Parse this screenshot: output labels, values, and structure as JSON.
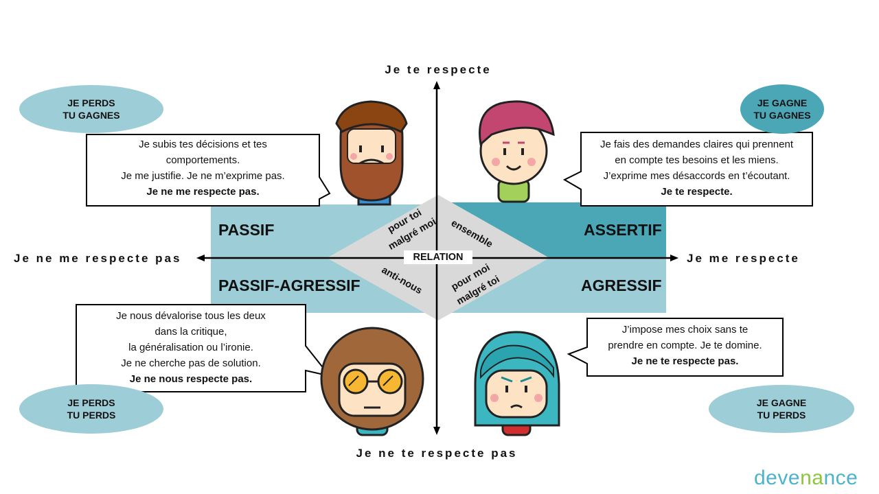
{
  "axes": {
    "top": "Je te respecte",
    "bottom": "Je ne te respecte pas",
    "left": "Je ne me respecte pas",
    "right": "Je me respecte"
  },
  "quadrants": {
    "top_left": "PASSIF",
    "top_right": "ASSERTIF",
    "bottom_left": "PASSIF-AGRESSIF",
    "bottom_right": "AGRESSIF"
  },
  "relation": {
    "center": "RELATION",
    "top_left_line1": "pour toi",
    "top_left_line2": "malgré moi",
    "top_right": "ensemble",
    "bottom_left": "anti-nous",
    "bottom_right_line1": "pour moi",
    "bottom_right_line2": "malgré toi"
  },
  "outcomes": {
    "top_left": [
      "JE PERDS",
      "TU GAGNES"
    ],
    "top_right": [
      "JE GAGNE",
      "TU GAGNES"
    ],
    "bottom_left": [
      "JE PERDS",
      "TU PERDS"
    ],
    "bottom_right": [
      "JE GAGNE",
      "TU PERDS"
    ]
  },
  "bubbles": {
    "passif": [
      "Je subis tes décisions et tes",
      "comportements.",
      "Je me justifie. Je ne m’exprime pas.",
      "Je ne me respecte pas."
    ],
    "assertif": [
      "Je fais des demandes claires qui prennent",
      "en compte tes besoins et les miens.",
      "J’exprime mes désaccords en t’écoutant.",
      "Je te respecte."
    ],
    "passif_agressif": [
      "Je nous dévalorise tous les deux",
      "dans la critique,",
      "la généralisation ou l’ironie.",
      "Je ne cherche pas de solution.",
      "Je ne nous respecte pas."
    ],
    "agressif": [
      "J’impose mes choix sans te",
      "prendre en compte. Je te domine.",
      "Je ne te respecte pas."
    ]
  },
  "brand": {
    "part1": "deve",
    "part2": "na",
    "part3": "nce"
  },
  "colors": {
    "light_teal": "#9dcdd6",
    "dark_teal": "#4ba6b6",
    "diamond_grey": "#d9d9d9",
    "brand_blue": "#4db3c8",
    "brand_green": "#8cc63f"
  }
}
